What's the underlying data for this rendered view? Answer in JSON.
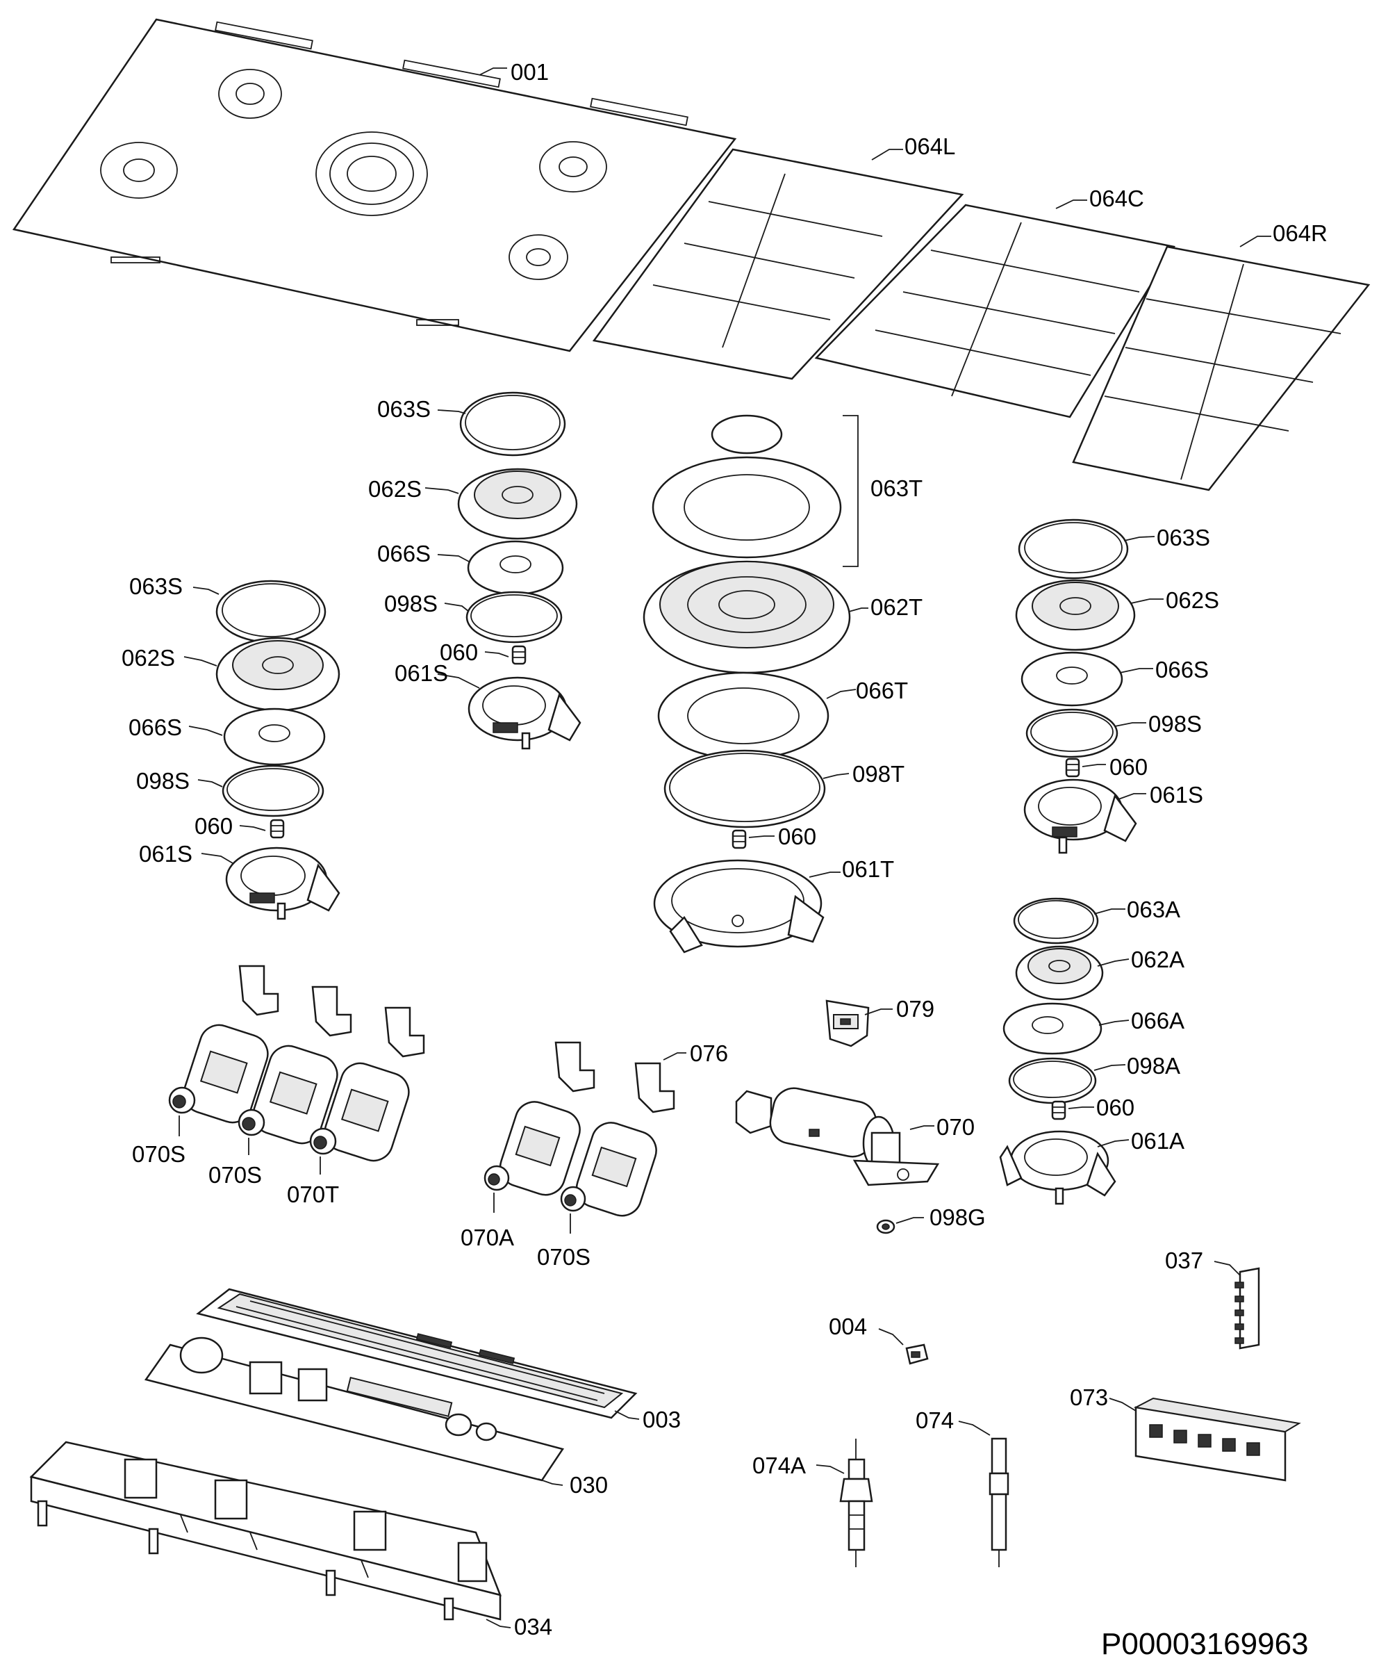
{
  "document_id": "P00003169963",
  "labels": {
    "l001": "001",
    "l064L": "064L",
    "l064C": "064C",
    "l064R": "064R",
    "l063S_mid": "063S",
    "l062S_mid": "062S",
    "l066S_mid": "066S",
    "l098S_mid": "098S",
    "l060_mid": "060",
    "l061S_mid": "061S",
    "l063T": "063T",
    "l062T": "062T",
    "l066T": "066T",
    "l098T": "098T",
    "l060_ctr": "060",
    "l061T": "061T",
    "l063S_left": "063S",
    "l062S_left": "062S",
    "l066S_left": "066S",
    "l098S_left": "098S",
    "l060_left": "060",
    "l061S_left": "061S",
    "l063S_right": "063S",
    "l062S_right": "062S",
    "l066S_right": "066S",
    "l098S_right": "098S",
    "l060_right": "060",
    "l061S_right": "061S",
    "l063A": "063A",
    "l062A": "062A",
    "l066A": "066A",
    "l098A": "098A",
    "l060_aux": "060",
    "l061A": "061A",
    "l079": "079",
    "l076": "076",
    "l070": "070",
    "l098G": "098G",
    "l070S_1": "070S",
    "l070S_2": "070S",
    "l070T": "070T",
    "l070A": "070A",
    "l070S_3": "070S",
    "l037": "037",
    "l004": "004",
    "l003": "003",
    "l030": "030",
    "l034": "034",
    "l074A": "074A",
    "l074": "074",
    "l073": "073"
  }
}
